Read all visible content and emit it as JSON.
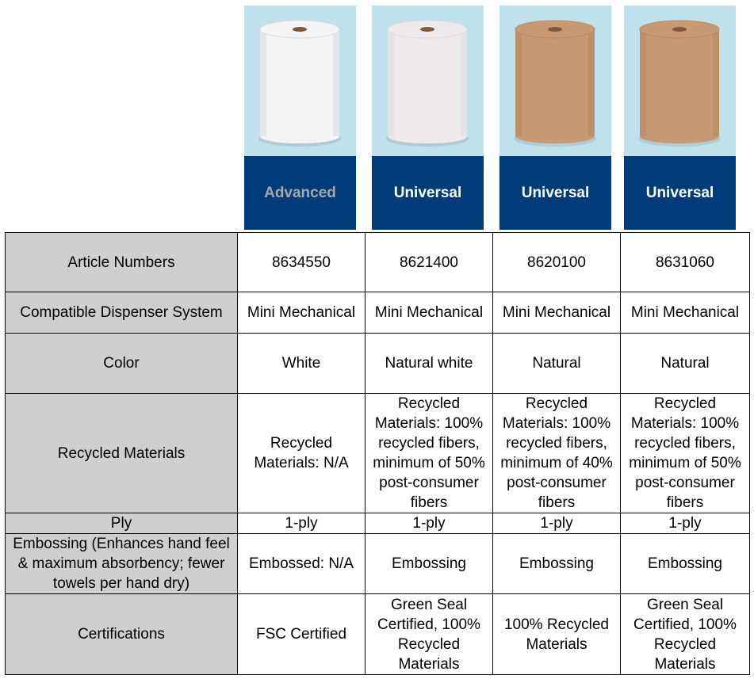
{
  "products": [
    {
      "tier": "Advanced",
      "roll_color": "#f4f4f6"
    },
    {
      "tier": "Universal",
      "roll_color": "#eeeaec"
    },
    {
      "tier": "Universal",
      "roll_color": "#c99a72"
    },
    {
      "tier": "Universal",
      "roll_color": "#c99a72"
    }
  ],
  "rows": [
    {
      "label": "Article Numbers",
      "values": [
        "8634550",
        "8621400",
        "8620100",
        "8631060"
      ]
    },
    {
      "label": "Compatible Dispenser System",
      "values": [
        "Mini Mechanical",
        "Mini Mechanical",
        "Mini Mechanical",
        "Mini Mechanical"
      ]
    },
    {
      "label": "Color",
      "values": [
        "White",
        "Natural white",
        "Natural",
        "Natural"
      ]
    },
    {
      "label": "Recycled Materials",
      "values": [
        "Recycled Materials: N/A",
        "Recycled Materials: 100% recycled fibers, minimum of 50% post-consumer fibers",
        "Recycled Materials: 100% recycled fibers, minimum of 40% post-consumer fibers",
        "Recycled Materials: 100% recycled fibers, minimum of 50% post-consumer fibers"
      ]
    },
    {
      "label": "Ply",
      "values": [
        "1-ply",
        "1-ply",
        "1-ply",
        "1-ply"
      ]
    },
    {
      "label": "Embossing (Enhances hand feel & maximum absorbency; fewer towels per hand dry)",
      "values": [
        "Embossed: N/A",
        "Embossing",
        "Embossing",
        "Embossing"
      ]
    },
    {
      "label": "Certifications",
      "values": [
        "FSC Certified",
        "Green Seal Certified, 100% Recycled Materials",
        "100% Recycled Materials",
        "Green Seal Certified, 100% Recycled Materials"
      ]
    }
  ]
}
